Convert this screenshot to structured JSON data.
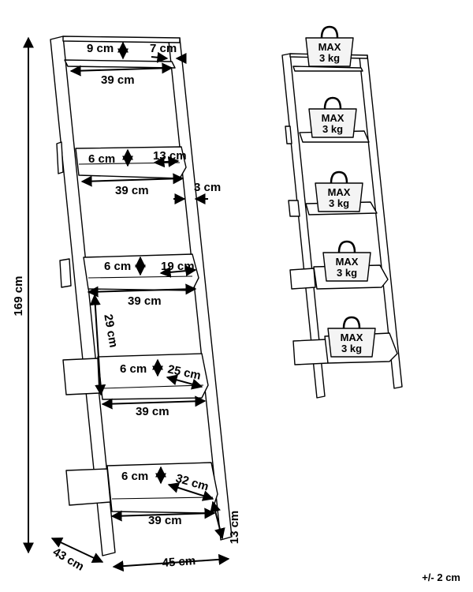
{
  "dimensions": {
    "total_height": "169 cm",
    "depth": "43 cm",
    "width": "45 cm",
    "foot": "13 cm",
    "side_thickness": "3 cm",
    "shelf_spacing": "29 cm",
    "shelves": [
      {
        "width": "39 cm",
        "lip": "9 cm",
        "depth": "7 cm"
      },
      {
        "width": "39 cm",
        "lip": "6 cm",
        "depth": "13 cm"
      },
      {
        "width": "39 cm",
        "lip": "6 cm",
        "depth": "19 cm"
      },
      {
        "width": "39 cm",
        "lip": "6 cm",
        "depth": "25 cm"
      },
      {
        "width": "39 cm",
        "lip": "6 cm",
        "depth": "32 cm"
      }
    ]
  },
  "load": {
    "max": "MAX",
    "value": "3 kg"
  },
  "tolerance": "+/- 2 cm",
  "colors": {
    "line": "#000000",
    "weight_fill": "#f4f4f4",
    "background": "#ffffff"
  }
}
